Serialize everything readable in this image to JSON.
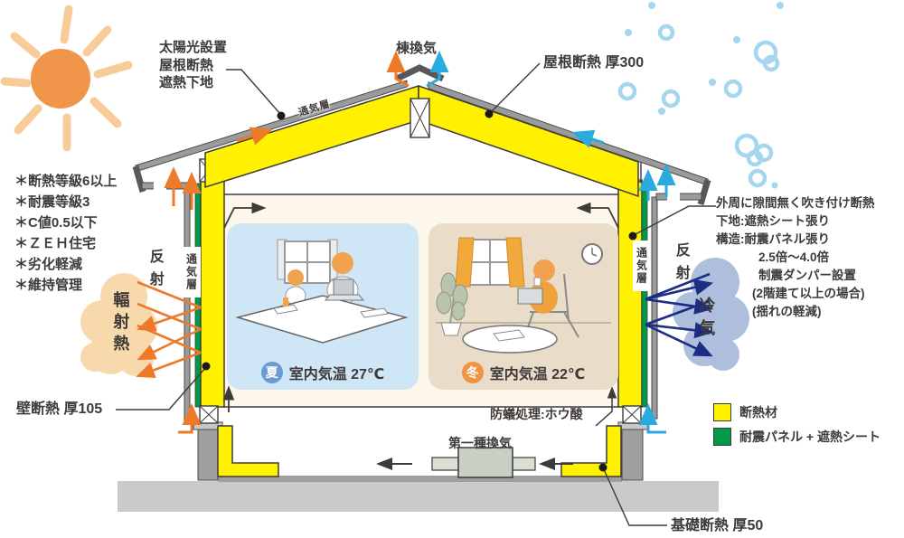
{
  "annotations": {
    "solar_lines": [
      "太陽光設置",
      "屋根断熱",
      "遮熱下地"
    ],
    "ridge_vent": "棟換気",
    "roof_right": "屋根断熱 厚300",
    "vent_layer": "通気層",
    "features": [
      "＊断熱等級6以上",
      "＊耐震等級3",
      "＊C値0.5以下",
      "＊ＺＥＨ住宅",
      "＊劣化軽減",
      "＊維持管理"
    ],
    "reflect": "反射",
    "radiant_heat": "輻射熱",
    "cold_air": "冷気",
    "wall_insulation": "壁断熱 厚105",
    "spec_lines": [
      "外周に隙間無く吹き付け断熱",
      "下地:遮熱シート張り",
      "構造:耐震パネル張り",
      "2.5倍〜4.0倍",
      "制震ダンパー設置",
      "(2階建て以上の場合)",
      "(揺れの軽減)"
    ],
    "termite": "防蟻処理:ホウ酸",
    "ventilation_type1": "第一種換気",
    "foundation_insulation": "基礎断熱 厚50"
  },
  "rooms": {
    "summer": {
      "badge": "夏",
      "temp": "室内気温 27℃"
    },
    "winter": {
      "badge": "冬",
      "temp": "室内気温 22℃"
    }
  },
  "legend": {
    "items": [
      {
        "label": "断熱材",
        "color": "#fff100"
      },
      {
        "label": "耐震パネル + 遮熱シート",
        "color": "#009a49"
      }
    ]
  },
  "colors": {
    "insulation_yellow": "#fff100",
    "seismic_panel_green": "#009a49",
    "heat_arrow_orange": "#ed7a28",
    "vent_arrow_blue": "#29abe2",
    "cold_arrow_navy": "#1d2d84",
    "sun_orange": "#f0954a",
    "sun_ray_orange": "#f7cc98",
    "bubble_blue": "#a5d6ef",
    "radiant_cloud": "#f8d9ab",
    "cold_cloud": "#aebedd",
    "summer_room": "#cfe6f7",
    "winter_room": "#e9dcc8",
    "interior_cream": "#fcf7ea",
    "structure_gray": "#9b9b9b",
    "foundation_gray": "#c9caca"
  }
}
